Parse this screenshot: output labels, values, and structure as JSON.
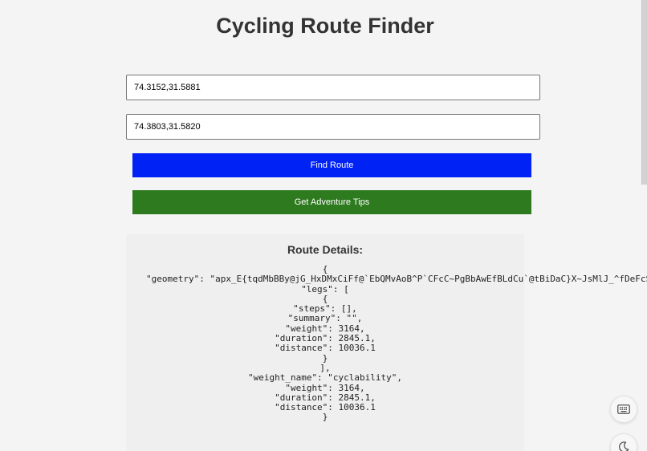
{
  "header": {
    "title": "Cycling Route Finder"
  },
  "form": {
    "start_value": "74.3152,31.5881",
    "end_value": "74.3803,31.5820",
    "find_button_label": "Find Route",
    "tips_button_label": "Get Adventure Tips"
  },
  "route_details": {
    "heading": "Route Details:",
    "json_lines": [
      "{",
      "\"geometry\": \"apx_E{tqdMbBBy@jG_HxDMxCiFf@`EbQMvAoB^P`CFcC~PgBbAwEfBLdCu`@tBiDaC}X~JsMlJ_^fDeFcS",
      "\"legs\": [",
      "{",
      "\"steps\": [],",
      "\"summary\": \"\",",
      "\"weight\": 3164,",
      "\"duration\": 2845.1,",
      "\"distance\": 10036.1",
      "}",
      "],",
      "\"weight_name\": \"cyclability\",",
      "\"weight\": 3164,",
      "\"duration\": 2845.1,",
      "\"distance\": 10036.1",
      "}"
    ]
  },
  "colors": {
    "find_button": "#0022f5",
    "tips_button": "#2e7a1f",
    "page_background": "#f4f4f4"
  },
  "icons": {
    "keyboard": "keyboard-icon",
    "theme": "moon-icon"
  }
}
